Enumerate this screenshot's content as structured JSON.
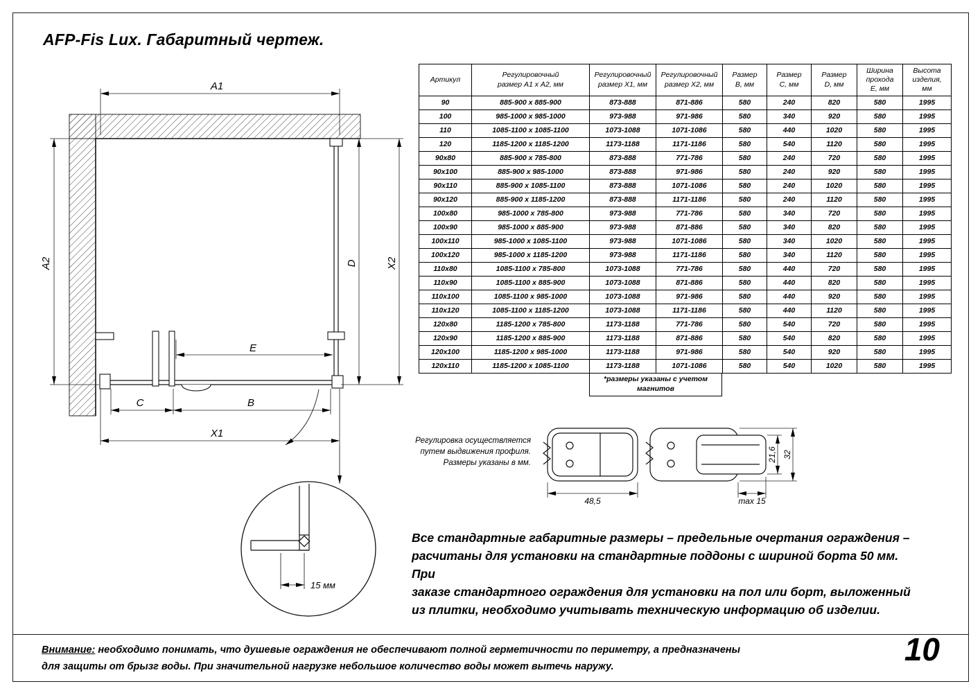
{
  "page": {
    "title": "AFP-Fis Lux. Габаритный чертеж.",
    "page_number": "10"
  },
  "drawing": {
    "labels": {
      "a1": "A1",
      "a2": "A2",
      "x1": "X1",
      "x2": "X2",
      "b": "B",
      "c": "C",
      "d": "D",
      "e": "E"
    },
    "detail_dimension": "15 мм"
  },
  "table": {
    "headers": [
      "Артикул",
      "Регулировочный\nразмер А1 х А2, мм",
      "Регулировочный\nразмер Х1, мм",
      "Регулировочный\nразмер Х2, мм",
      "Размер\nВ, мм",
      "Размер\nС, мм",
      "Размер\nD, мм",
      "Ширина\nпрохода\nЕ, мм",
      "Высота\nизделия,\nмм"
    ],
    "rows": [
      [
        "90",
        "885-900 x 885-900",
        "873-888",
        "871-886",
        "580",
        "240",
        "820",
        "580",
        "1995"
      ],
      [
        "100",
        "985-1000 x 985-1000",
        "973-988",
        "971-986",
        "580",
        "340",
        "920",
        "580",
        "1995"
      ],
      [
        "110",
        "1085-1100 x 1085-1100",
        "1073-1088",
        "1071-1086",
        "580",
        "440",
        "1020",
        "580",
        "1995"
      ],
      [
        "120",
        "1185-1200 x 1185-1200",
        "1173-1188",
        "1171-1186",
        "580",
        "540",
        "1120",
        "580",
        "1995"
      ],
      [
        "90x80",
        "885-900 x 785-800",
        "873-888",
        "771-786",
        "580",
        "240",
        "720",
        "580",
        "1995"
      ],
      [
        "90x100",
        "885-900 x 985-1000",
        "873-888",
        "971-986",
        "580",
        "240",
        "920",
        "580",
        "1995"
      ],
      [
        "90x110",
        "885-900 x 1085-1100",
        "873-888",
        "1071-1086",
        "580",
        "240",
        "1020",
        "580",
        "1995"
      ],
      [
        "90x120",
        "885-900 x 1185-1200",
        "873-888",
        "1171-1186",
        "580",
        "240",
        "1120",
        "580",
        "1995"
      ],
      [
        "100x80",
        "985-1000 x 785-800",
        "973-988",
        "771-786",
        "580",
        "340",
        "720",
        "580",
        "1995"
      ],
      [
        "100x90",
        "985-1000 x 885-900",
        "973-988",
        "871-886",
        "580",
        "340",
        "820",
        "580",
        "1995"
      ],
      [
        "100x110",
        "985-1000 x 1085-1100",
        "973-988",
        "1071-1086",
        "580",
        "340",
        "1020",
        "580",
        "1995"
      ],
      [
        "100x120",
        "985-1000 x 1185-1200",
        "973-988",
        "1171-1186",
        "580",
        "340",
        "1120",
        "580",
        "1995"
      ],
      [
        "110x80",
        "1085-1100 x 785-800",
        "1073-1088",
        "771-786",
        "580",
        "440",
        "720",
        "580",
        "1995"
      ],
      [
        "110x90",
        "1085-1100 x 885-900",
        "1073-1088",
        "871-886",
        "580",
        "440",
        "820",
        "580",
        "1995"
      ],
      [
        "110x100",
        "1085-1100 x 985-1000",
        "1073-1088",
        "971-986",
        "580",
        "440",
        "920",
        "580",
        "1995"
      ],
      [
        "110x120",
        "1085-1100 x 1185-1200",
        "1073-1088",
        "1171-1186",
        "580",
        "440",
        "1120",
        "580",
        "1995"
      ],
      [
        "120x80",
        "1185-1200 x 785-800",
        "1173-1188",
        "771-786",
        "580",
        "540",
        "720",
        "580",
        "1995"
      ],
      [
        "120x90",
        "1185-1200 x 885-900",
        "1173-1188",
        "871-886",
        "580",
        "540",
        "820",
        "580",
        "1995"
      ],
      [
        "120x100",
        "1185-1200 x 985-1000",
        "1173-1188",
        "971-986",
        "580",
        "540",
        "920",
        "580",
        "1995"
      ],
      [
        "120x110",
        "1185-1200 x 1085-1100",
        "1173-1188",
        "1071-1086",
        "580",
        "540",
        "1020",
        "580",
        "1995"
      ]
    ],
    "footnote": "*размеры указаны с учетом\nмагнитов"
  },
  "adjustment_note": "Регулировка осуществляется\nпутем выдвижения профиля.\nРазмеры указаны в мм.",
  "profiles": {
    "dim_width": "48,5",
    "dim_max": "max 15",
    "dim_inner_height": "21,6",
    "dim_outer_height": "32"
  },
  "notes": {
    "standard": "Все стандартные габаритные размеры – предельные очертания ограждения –\nрасчитаны для установки на стандартные поддоны с шириной борта 50 мм. При\nзаказе стандартного ограждения для установки на пол или борт, выложенный\nиз плитки, необходимо учитывать техническую информацию об изделии.",
    "warning_label": "Внимание:",
    "warning_text": "необходимо понимать, что душевые ограждения не обеспечивают полной герметичности по периметру, а предназначены\nдля защиты от брызг воды. При значительной нагрузке небольшое количество воды может вытечь наружу."
  }
}
